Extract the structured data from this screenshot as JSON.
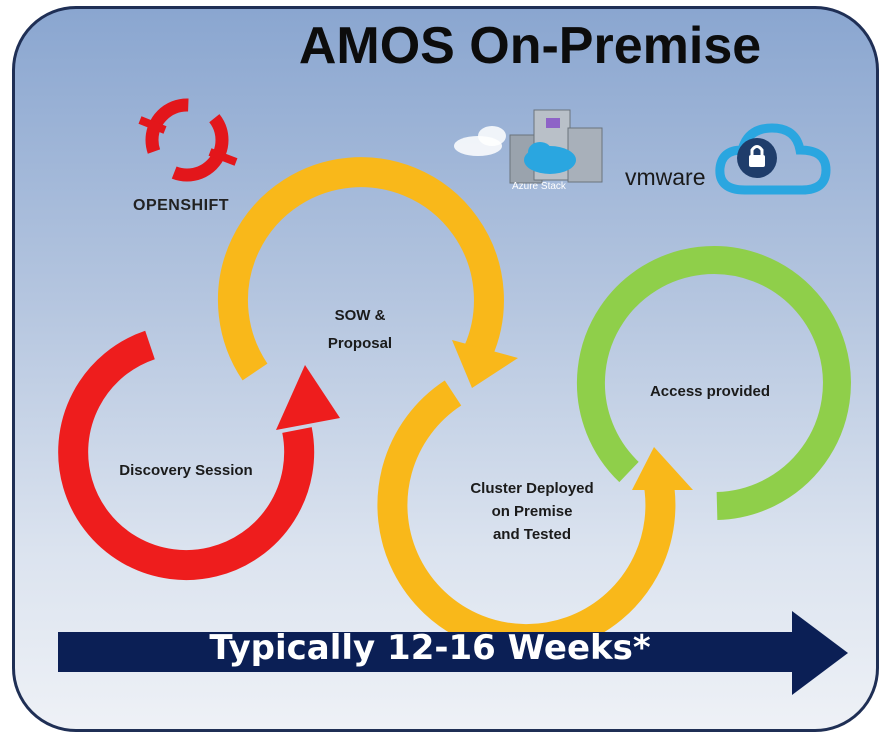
{
  "title": "AMOS On-Premise",
  "logos": {
    "openshift": "OPENSHIFT",
    "azure_stack": "Azure Stack",
    "vmware": "vmware"
  },
  "steps": [
    {
      "label_lines": [
        "Discovery Session"
      ],
      "color": "#ee1d1d"
    },
    {
      "label_lines": [
        "SOW &",
        "Proposal"
      ],
      "color": "#f9b81a"
    },
    {
      "label_lines": [
        "Cluster Deployed",
        "on Premise",
        "and Tested"
      ],
      "color": "#f9b81a"
    },
    {
      "label_lines": [
        "Access provided"
      ],
      "color": "#8fcf4a"
    }
  ],
  "banner": {
    "text": "Typically 12-16 Weeks*",
    "color": "#0b1f55"
  },
  "colors": {
    "openshift_red": "#e3161b",
    "cloud_blue": "#2aa6e0"
  },
  "icons": [
    "openshift-logo-icon",
    "cloud-icon",
    "server-icon",
    "lock-cloud-icon"
  ]
}
